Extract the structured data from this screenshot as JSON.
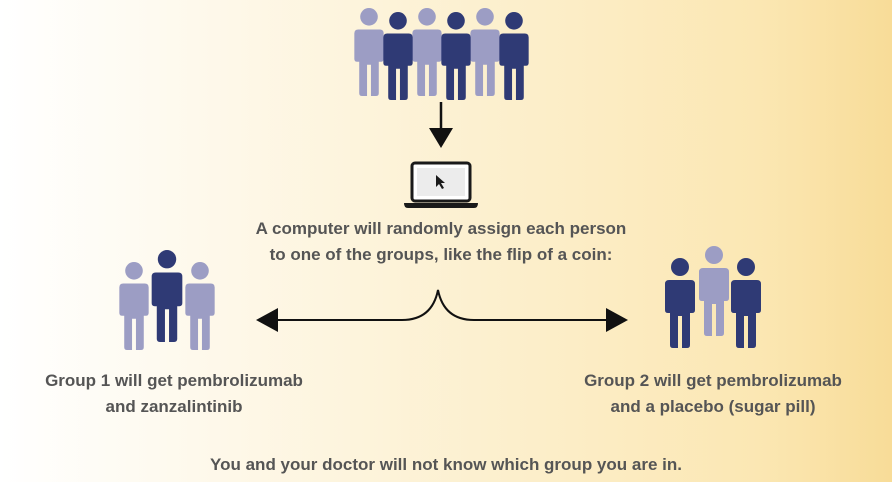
{
  "colors": {
    "dark_person": "#2f3a75",
    "light_person": "#9c9dc4",
    "text": "#555555",
    "arrow": "#111111"
  },
  "icons": {
    "crowd": "people-group-icon",
    "computer": "laptop-icon",
    "group1": "people-group-icon",
    "group2": "people-group-icon"
  },
  "computer_text": {
    "line1": "A computer will randomly assign each person",
    "line2": "to one of the groups, like the flip of a coin:"
  },
  "group1": {
    "line1": "Group 1 will get pembrolizumab",
    "line2": "and zanzalintinib"
  },
  "group2": {
    "line1": "Group 2 will get pembrolizumab",
    "line2": "and a placebo (sugar pill)"
  },
  "footer": "You and your doctor will not know which group you are in."
}
